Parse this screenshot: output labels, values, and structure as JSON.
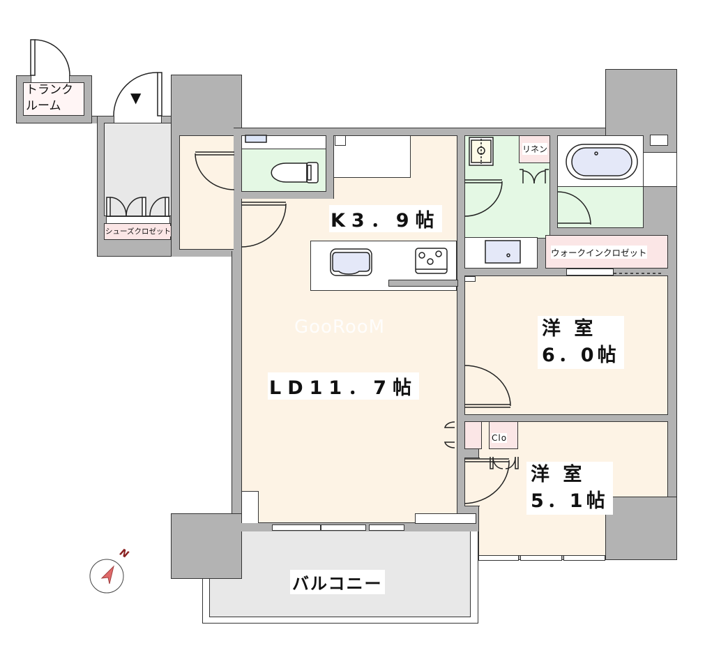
{
  "floorplan": {
    "rooms": {
      "kitchen": {
        "label": "K3．9帖",
        "type": "K",
        "size_jo": 3.9
      },
      "living_dining": {
        "label": "LD11．7帖",
        "type": "LD",
        "size_jo": 11.7
      },
      "western_room_1": {
        "line1": "洋 室",
        "line2": "6．0帖",
        "size_jo": 6.0
      },
      "western_room_2": {
        "line1": "洋 室",
        "line2": "5．1帖",
        "size_jo": 5.1
      },
      "balcony": {
        "label": "バルコニー"
      },
      "trunk_room": {
        "line1": "トランク",
        "line2": "ルーム"
      },
      "shoe_closet": {
        "label": "シューズクロゼット"
      },
      "linen": {
        "label": "リネン"
      },
      "walk_in_closet": {
        "label": "ウォークインクロゼット"
      },
      "closet": {
        "label": "Clo"
      }
    },
    "entrance_marker": "▼",
    "compass": {
      "label": "N",
      "icon": "compass-north-arrow"
    },
    "watermark": "GooRooM",
    "colors": {
      "wall": "#b3b3b3",
      "room_floor": "#fdf3e5",
      "wet_area": "#e4f8e4",
      "storage": "#fbe6e6",
      "balcony": "#e8e8e8",
      "compass_accent": "#e06a6a"
    }
  }
}
